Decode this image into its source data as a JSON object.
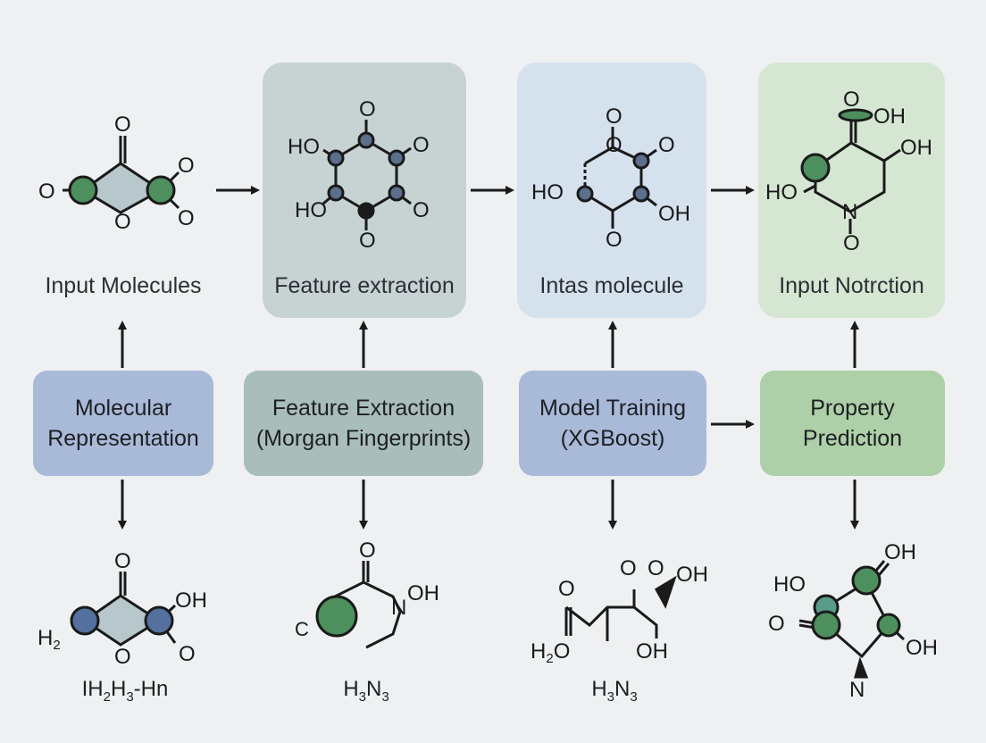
{
  "colors": {
    "background": "#eef0f1",
    "panel_gray": "#c7d3d3",
    "panel_blue": "#d6e1ee",
    "panel_green": "#d5e6d3",
    "box_blue": "#a9b9d8",
    "box_gray": "#a9bdba",
    "box_green": "#aed0a8",
    "atom_green": "#4d8f5d",
    "atom_blue": "#54709e",
    "atom_gray": "#5c6f8d"
  },
  "top_row": {
    "labels": [
      "Input Molecules",
      "Feature extraction",
      "Intas molecule",
      "Input Notrction"
    ]
  },
  "steps": [
    {
      "line1": "Molecular",
      "line2": "Representation"
    },
    {
      "line1": "Feature Extraction",
      "line2": "(Morgan Fingerprints)"
    },
    {
      "line1": "Model Training",
      "line2": "(XGBoost)"
    },
    {
      "line1": "Property",
      "line2": "Prediction"
    }
  ],
  "formulas": {
    "f1": {
      "a": "IH",
      "b": "2",
      "c": "H",
      "d": "3",
      "e": "-Hn"
    },
    "f2": {
      "a": "H",
      "b": "3",
      "c": "N",
      "d": "3"
    },
    "f3": {
      "a": "H",
      "b": "3",
      "c": "N",
      "d": "3"
    }
  },
  "atom_labels": {
    "m1": {
      "top": "O",
      "left": "O",
      "right_top": "O",
      "right_bot": "O",
      "bottom": "O"
    },
    "m2": {
      "top": "O",
      "ho1": "HO",
      "ho2": "HO",
      "o_r1": "O",
      "o_r2": "O",
      "bottom": "O"
    },
    "m3": {
      "top": "O",
      "ring_o": "O",
      "ho": "HO",
      "o_r": "O",
      "oh": "OH",
      "bottom": "O"
    },
    "m4": {
      "o_top": "O",
      "oh_top": "OH",
      "oh_right": "OH",
      "ho": "HO",
      "n": "N",
      "o_bot": "O"
    },
    "m5": {
      "top": "O",
      "oh": "OH",
      "h2": "H",
      "h2sub": "2",
      "bottom": "O",
      "right_o": "O"
    },
    "m6": {
      "top": "O",
      "n": "N",
      "oh": "OH",
      "c": "C"
    },
    "m7": {
      "o1": "O",
      "o2": "O",
      "oh": "OH",
      "o_left": "O",
      "h2o_h": "H",
      "h2o_sub": "2",
      "h2o_o": "O",
      "oh_bot": "OH"
    },
    "m8": {
      "oh_top": "OH",
      "ho": "HO",
      "o_left": "O",
      "oh_right": "OH",
      "n": "N"
    }
  }
}
